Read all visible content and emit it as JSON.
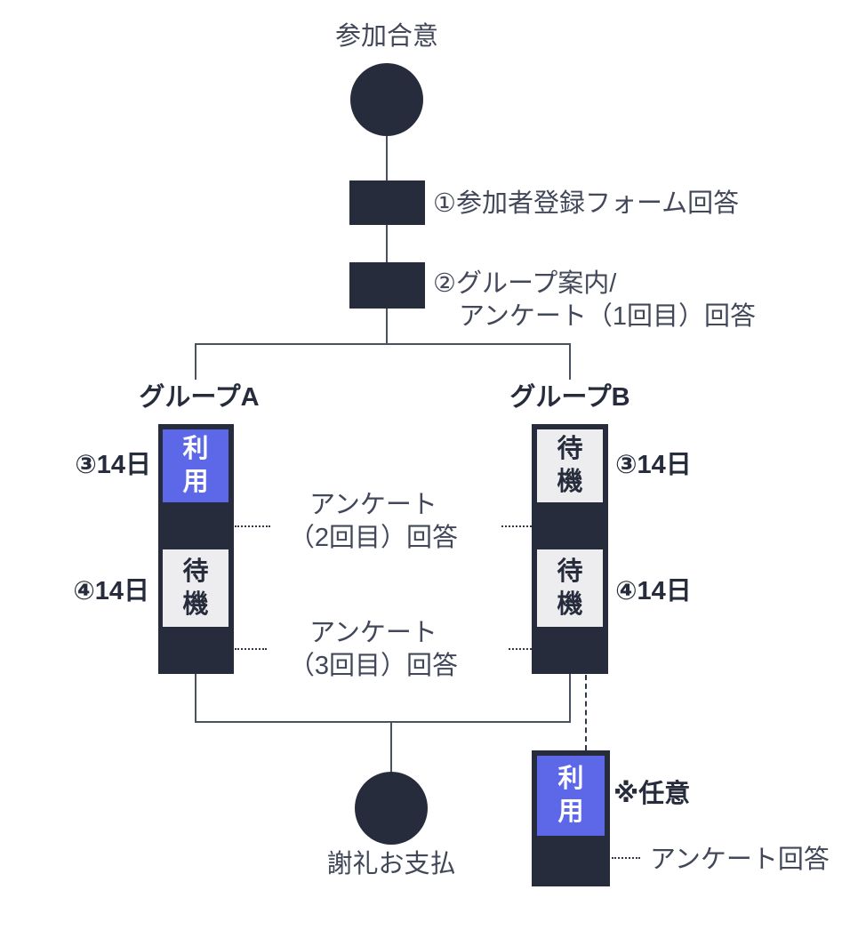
{
  "colors": {
    "dark": "#262c3b",
    "blue": "#5c68e8",
    "gray": "#ededef",
    "text": "#424859",
    "line": "#4c5160",
    "white": "#ffffff"
  },
  "top": {
    "start_label": "参加合意",
    "step1_label": "①参加者登録フォーム回答",
    "step2_lines": [
      "②グループ案内/",
      "アンケート（1回目）回答"
    ]
  },
  "group_a": {
    "title": "グループA",
    "duration1": "③14日",
    "box1_lines": [
      "利",
      "用"
    ],
    "duration2": "④14日",
    "box2_lines": [
      "待",
      "機"
    ]
  },
  "group_b": {
    "title": "グループB",
    "duration1": "③14日",
    "box1_lines": [
      "待",
      "機"
    ],
    "duration2": "④14日",
    "box2_lines": [
      "待",
      "機"
    ]
  },
  "middle": {
    "survey2_lines": [
      "アンケート",
      "（2回目）回答"
    ],
    "survey3_lines": [
      "アンケート",
      "（3回目）回答"
    ]
  },
  "bottom": {
    "end_label": "謝礼お支払",
    "optional_box_lines": [
      "利",
      "用"
    ],
    "optional_note": "※任意",
    "optional_survey_label": "アンケート回答"
  }
}
